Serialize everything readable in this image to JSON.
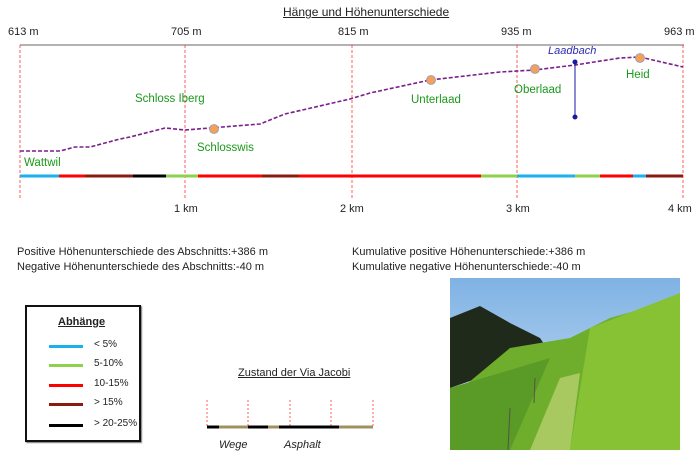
{
  "title": "Hänge und Höhenunterschiede",
  "elevation_labels": [
    "613 m",
    "705 m",
    "815 m",
    "935 m",
    "963 m"
  ],
  "distance_labels": [
    "1 km",
    "2 km",
    "3 km",
    "4 km"
  ],
  "places": {
    "wattwil": "Wattwil",
    "schloss_iberg": "Schloss Iberg",
    "schlosswis": "Schlosswis",
    "unterlaad": "Unterlaad",
    "oberlaad": "Oberlaad",
    "heid": "Heid",
    "laadbach": "Laadbach"
  },
  "stats": {
    "pos_section": "Positive Höhenunterschiede des Abschnitts:+386 m",
    "neg_section": "Negative Höhenunterschiede des Abschnitts:-40 m",
    "pos_cum": "Kumulative positive Höhenunterschiede:+386 m",
    "neg_cum": "Kumulative negative Höhenunterschiede:-40 m"
  },
  "legend": {
    "title": "Abhänge",
    "items": [
      {
        "label": "< 5%",
        "color": "#1ab0ec"
      },
      {
        "label": "5-10%",
        "color": "#8ed14f"
      },
      {
        "label": "10-15%",
        "color": "#ff0000"
      },
      {
        "label": "> 15%",
        "color": "#8b1a10"
      },
      {
        "label": "> 20-25%",
        "color": "#000000"
      }
    ]
  },
  "surface": {
    "title": "Zustand der Via Jacobi",
    "wege": "Wege",
    "asphalt": "Asphalt",
    "colors": {
      "path": "#a09060",
      "asphalt": "#000000"
    }
  },
  "profile_color": "#7b1f8a",
  "marker_color": "#f4a05a"
}
